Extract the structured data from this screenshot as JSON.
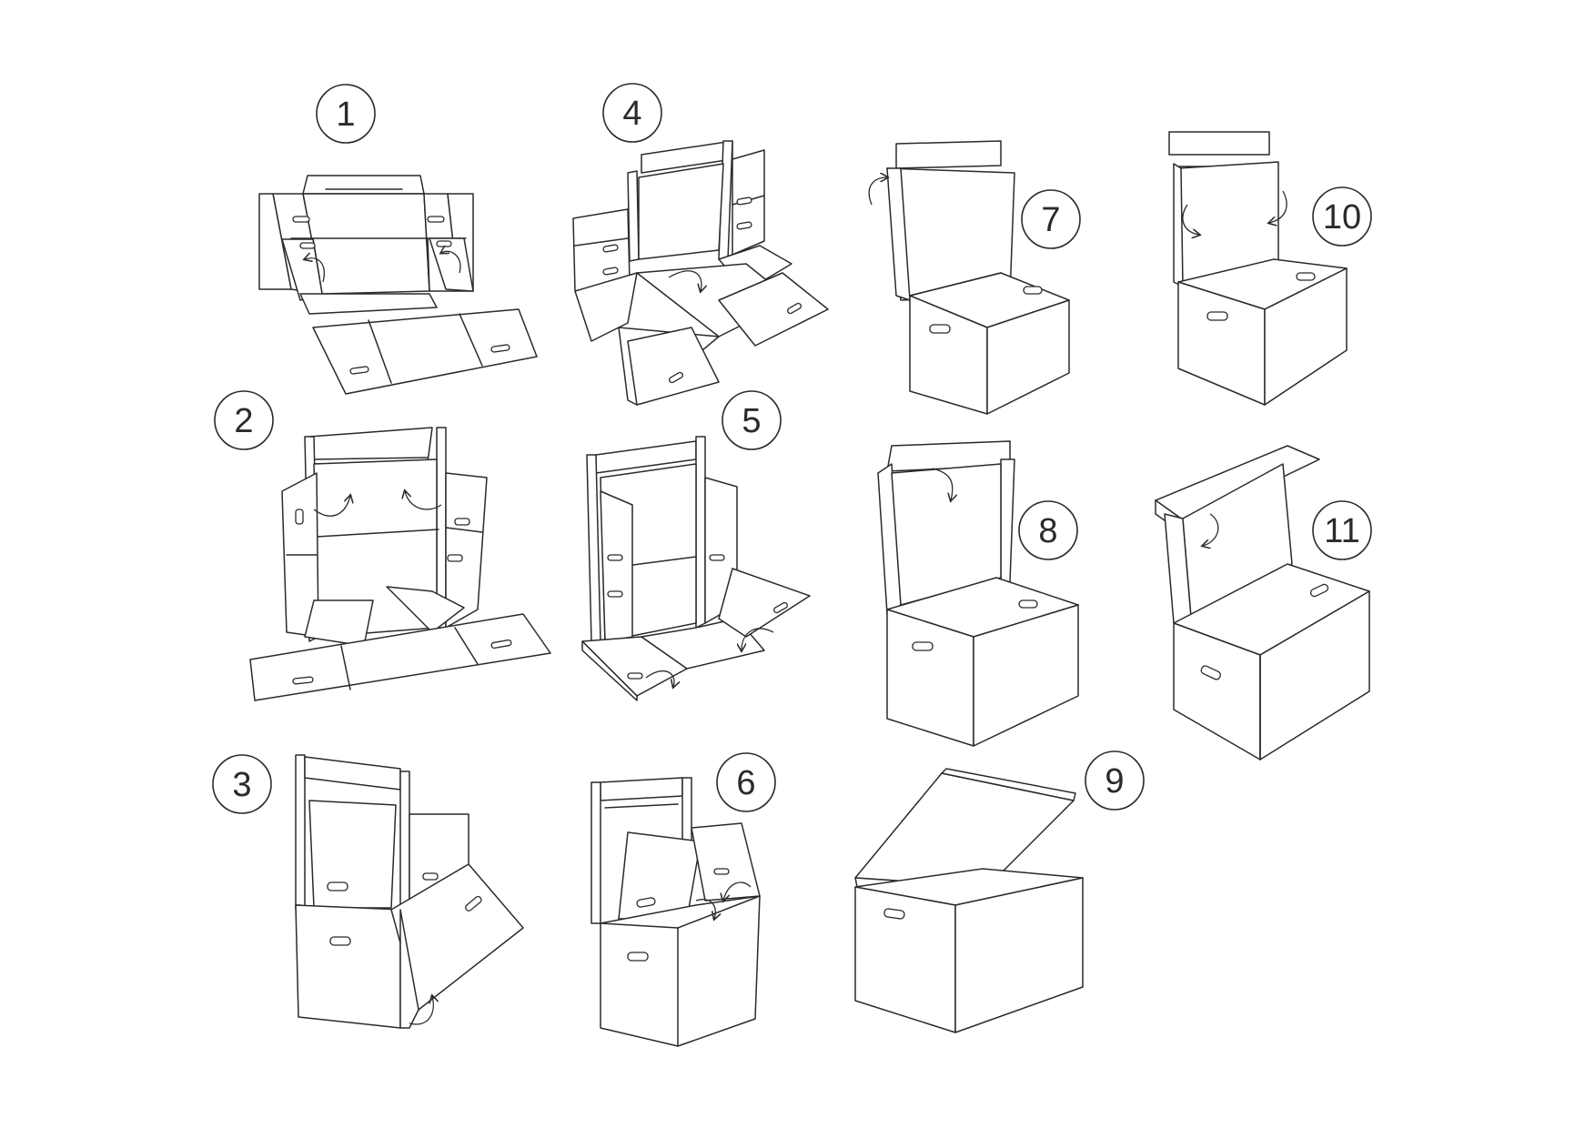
{
  "steps": [
    {
      "number": "1"
    },
    {
      "number": "2"
    },
    {
      "number": "3"
    },
    {
      "number": "4"
    },
    {
      "number": "5"
    },
    {
      "number": "6"
    },
    {
      "number": "7"
    },
    {
      "number": "8"
    },
    {
      "number": "9"
    },
    {
      "number": "10"
    },
    {
      "number": "11"
    }
  ]
}
